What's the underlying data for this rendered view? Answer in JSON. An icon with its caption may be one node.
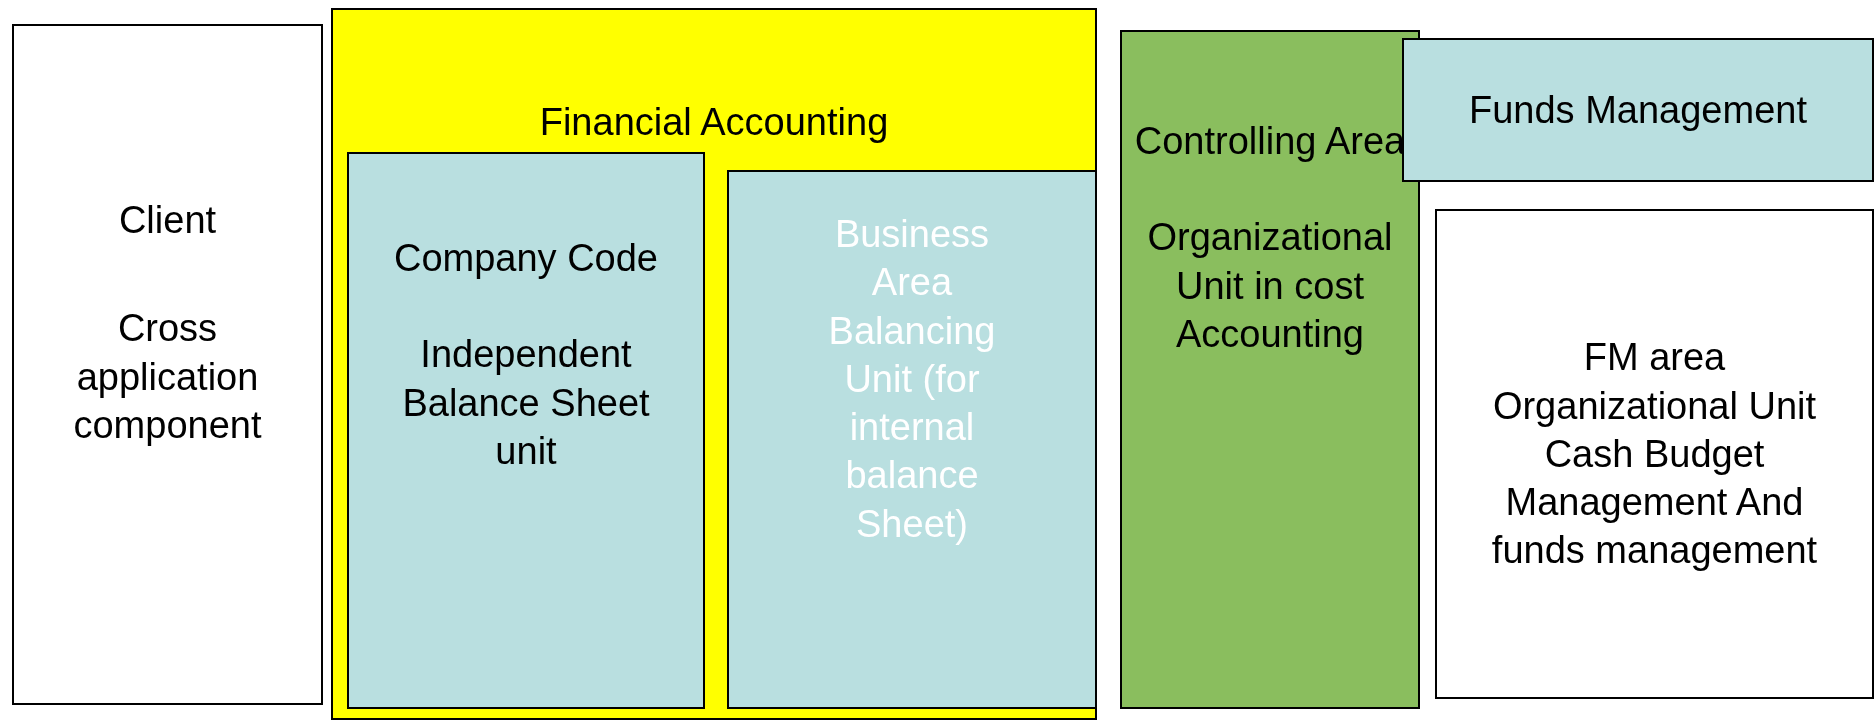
{
  "diagram": {
    "nodes": [
      {
        "text": [
          "Client",
          "Cross application component"
        ]
      },
      {
        "text": [
          "Financial Accounting"
        ]
      },
      {
        "text": [
          "Company Code",
          "Independent Balance Sheet unit"
        ],
        "in": 1
      },
      {
        "text": [
          "Business Area Balancing Unit (for internal balance Sheet)"
        ],
        "in": 1
      },
      {
        "text": [
          "Controlling Area",
          "Organizational Unit in cost Accounting"
        ]
      },
      {
        "text": [
          "Funds Management"
        ]
      },
      {
        "text": [
          "FM area Organizational Unit Cash Budget Management And funds management"
        ]
      }
    ],
    "edges": []
  }
}
